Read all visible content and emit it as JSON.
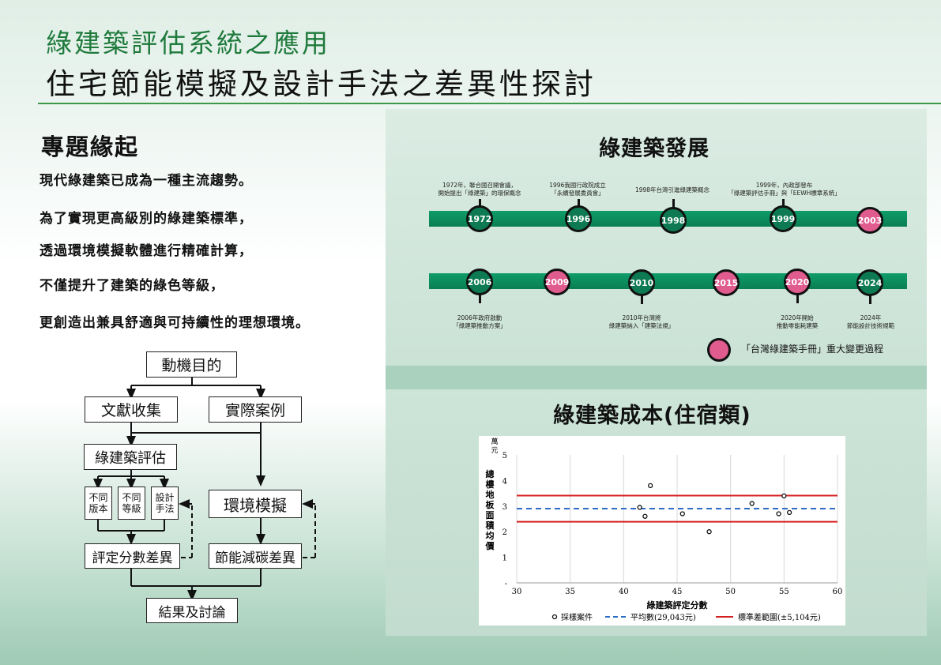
{
  "header": {
    "title_line1": "綠建築評估系統之應用",
    "title_line2": "住宅節能模擬及設計手法之差異性探討"
  },
  "intro": {
    "heading": "專題緣起",
    "lines": [
      "現代綠建築已成為一種主流趨勢。",
      "為了實現更高級別的綠建築標準，",
      "透過環境模擬軟體進行精確計算，",
      "不僅提升了建築的綠色等級，",
      "更創造出兼具舒適與可持續性的理想環境。"
    ]
  },
  "flow": {
    "motivation": "動機目的",
    "literature": "文獻收集",
    "cases": "實際案例",
    "green_eval": "綠建築評估",
    "diff_version": "不同版本",
    "diff_level": "不同等級",
    "design_method": "設計手法",
    "env_sim": "環境模擬",
    "score_diff": "評定分數差異",
    "carbon_diff": "節能減碳差異",
    "conclusion": "結果及討論"
  },
  "timeline": {
    "title": "綠建築發展",
    "row1": [
      {
        "year": "1972",
        "type": "green",
        "note_line1": "1972年，聯合國召開會議，",
        "note_line2": "開始提出「綠建築」的環保概念"
      },
      {
        "year": "1996",
        "type": "green",
        "note_line1": "1996我國行政院成立",
        "note_line2": "「永續發展委員會」"
      },
      {
        "year": "1998",
        "type": "green",
        "note_line1": "1998年台灣引進綠建築概念",
        "note_line2": ""
      },
      {
        "year": "1999",
        "type": "green",
        "note_line1": "1999年，內政部發布",
        "note_line2": "「綠建築評估手冊」與「EEWH標章系統」"
      },
      {
        "year": "2003",
        "type": "pink",
        "note_line1": "",
        "note_line2": ""
      }
    ],
    "row2": [
      {
        "year": "2006",
        "type": "green",
        "note_line1": "2006年政府啟動",
        "note_line2": "「綠建築推動方案」"
      },
      {
        "year": "2009",
        "type": "pink",
        "note_line1": "",
        "note_line2": ""
      },
      {
        "year": "2010",
        "type": "green",
        "note_line1": "2010年台灣將",
        "note_line2": "綠建築納入「建築法規」"
      },
      {
        "year": "2015",
        "type": "pink",
        "note_line1": "",
        "note_line2": ""
      },
      {
        "year": "2020",
        "type": "pink",
        "note_line1": "2020年開始",
        "note_line2": "推動零能耗建築"
      },
      {
        "year": "2024",
        "type": "green",
        "note_line1": "2024年",
        "note_line2": "節能設計技術規範"
      }
    ],
    "legend": "「台灣綠建築手冊」重大變更過程",
    "colors": {
      "green": "#0d7a54",
      "pink": "#e05c8f",
      "bar": "#0f9c6a"
    }
  },
  "cost_chart_title": "綠建築成本(住宿類)",
  "chart_data": {
    "type": "scatter",
    "title": "",
    "xlabel": "綠建築評定分數",
    "ylabel": "總樓地板面積均價",
    "y_unit": "萬元",
    "xlim": [
      30,
      60
    ],
    "ylim": [
      0,
      5
    ],
    "x_ticks": [
      "30",
      "35",
      "40",
      "45",
      "50",
      "55",
      "60"
    ],
    "y_ticks": [
      "-",
      "1",
      "2",
      "3",
      "4",
      "5"
    ],
    "series": [
      {
        "name": "採樣案件",
        "points": [
          [
            41.5,
            2.95
          ],
          [
            42.0,
            2.6
          ],
          [
            42.5,
            3.8
          ],
          [
            45.5,
            2.7
          ],
          [
            48.0,
            2.0
          ],
          [
            52.0,
            3.1
          ],
          [
            54.5,
            2.7
          ],
          [
            55.0,
            3.4
          ],
          [
            55.5,
            2.75
          ]
        ]
      },
      {
        "name": "平均數(29,043元)",
        "value": 2.9
      },
      {
        "name": "標準差範圍(±5,104元)",
        "values": [
          3.41,
          2.39
        ]
      }
    ],
    "colors": {
      "points": "#111111",
      "mean": "#2b6cc4",
      "std": "#d42020"
    }
  }
}
